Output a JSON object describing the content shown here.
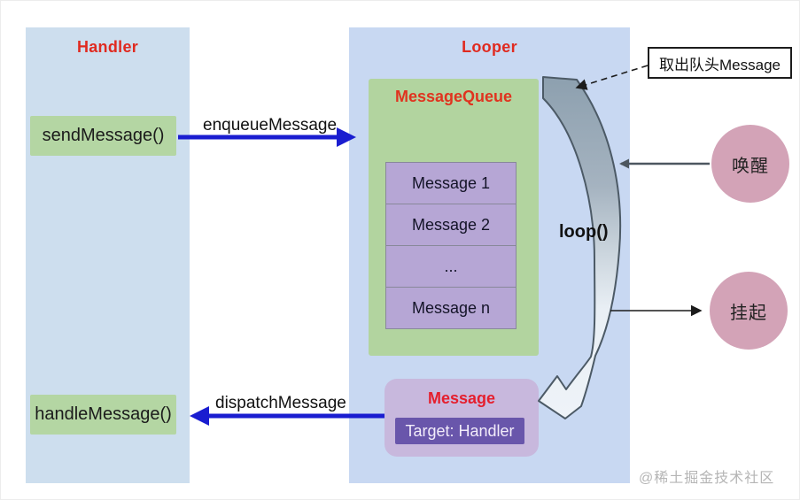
{
  "handler": {
    "title": "Handler",
    "send_label": "sendMessage()",
    "handle_label": "handleMessage()"
  },
  "looper": {
    "title": "Looper",
    "queue_title": "MessageQueue",
    "messages": [
      "Message 1",
      "Message 2",
      "...",
      "Message n"
    ],
    "loop_label": "loop()"
  },
  "message_card": {
    "title": "Message",
    "target_label": "Target: Handler"
  },
  "arrows": {
    "enqueue_label": "enqueueMessage",
    "dispatch_label": "dispatchMessage"
  },
  "callout": {
    "text": "取出队头Message"
  },
  "circles": {
    "wake": "唤醒",
    "suspend": "挂起"
  },
  "watermark": "@稀土掘金技术社区",
  "colors": {
    "accent_red": "#e02a20",
    "arrow_blue": "#1a1dd0",
    "handler_column": "#cddeee",
    "looper_column": "#c8d8f2",
    "green_box": "#b4d6a3",
    "message_row_purple": "#b6a6d5",
    "message_card_purple": "#c8b8dd",
    "target_box_purple": "#6956ab",
    "circle_pink": "#d3a3b7"
  }
}
